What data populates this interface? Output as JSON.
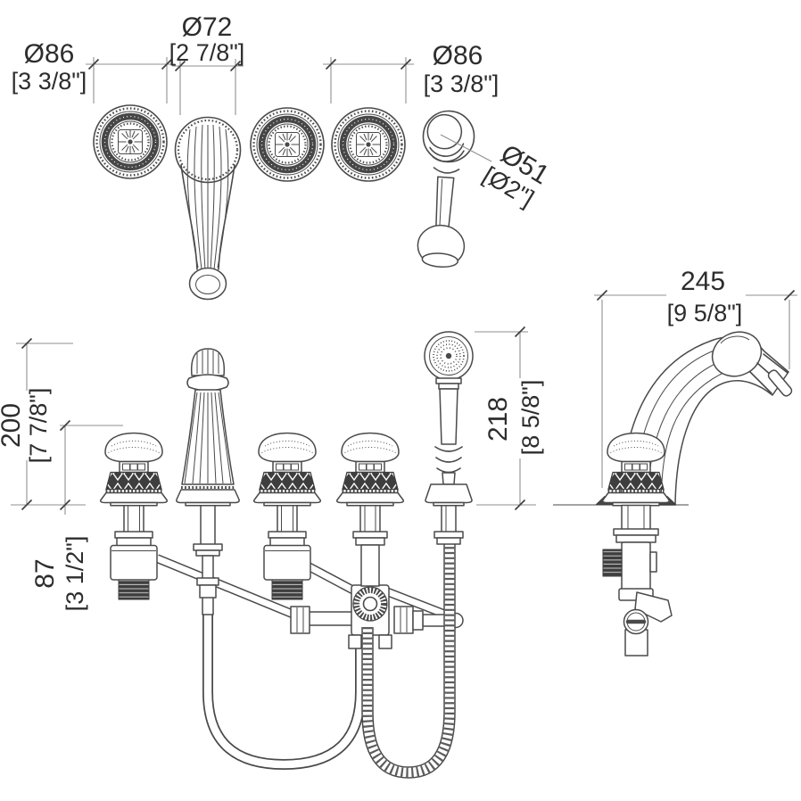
{
  "drawing": {
    "type": "technical-dimension-drawing",
    "subject": "roman-tub-faucet-with-handshower",
    "background_color": "#ffffff",
    "line_color": "#4a4a4a",
    "dim_line_color": "#8f8f8f",
    "text_color": "#2d2d2d"
  },
  "dimensions": {
    "left_handle_diameter": {
      "mm": "Ø86",
      "inch": "[3 3/8\"]"
    },
    "spout_diameter": {
      "mm": "Ø72",
      "inch": "[2 7/8\"]"
    },
    "right_handle_diameter": {
      "mm": "Ø86",
      "inch": "[3 3/8\"]"
    },
    "handshower_diameter": {
      "mm": "Ø51",
      "inch": "[Ø2\"]"
    },
    "spout_height": {
      "mm": "200",
      "inch": "[7 7/8\"]"
    },
    "handle_height": {
      "mm": "87",
      "inch": "[3 1/2\"]"
    },
    "handshower_height": {
      "mm": "218",
      "inch": "[8 5/8\"]"
    },
    "spout_reach": {
      "mm": "245",
      "inch": "[9 5/8\"]"
    }
  }
}
